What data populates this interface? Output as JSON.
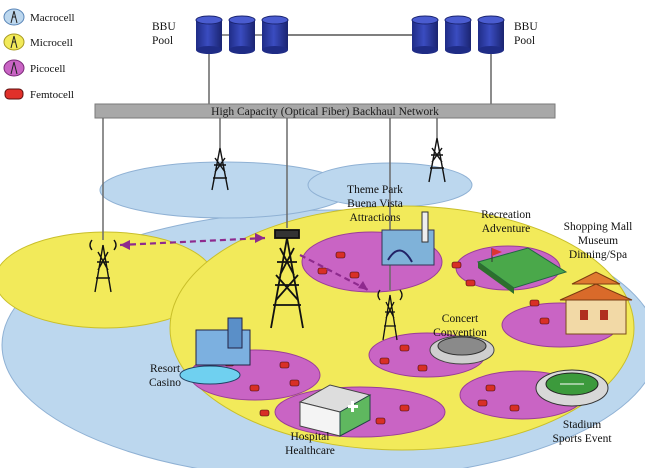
{
  "legend": [
    {
      "label": "Macrocell",
      "color": "#bcd7ee"
    },
    {
      "label": "Microcell",
      "color": "#f2ea5a"
    },
    {
      "label": "Picocell",
      "color": "#c964c4"
    },
    {
      "label": "Femtocell",
      "color": "#e0302a"
    }
  ],
  "bbu_left": {
    "line1": "BBU",
    "line2": "Pool"
  },
  "bbu_right": {
    "line1": "BBU",
    "line2": "Pool"
  },
  "backhaul": "High Capacity (Optical Fiber) Backhaul Network",
  "areas": {
    "theme_park": [
      "Theme Park",
      "Buena Vista",
      "Attractions"
    ],
    "recreation": [
      "Recreation",
      "Adventure"
    ],
    "shopping": [
      "Shopping Mall",
      "Museum",
      "Dinning/Spa"
    ],
    "concert": [
      "Concert",
      "Convention"
    ],
    "resort": [
      "Resort",
      "Casino"
    ],
    "hospital": [
      "Hospital",
      "Healthcare"
    ],
    "stadium": [
      "Stadium",
      "Sports Event"
    ]
  },
  "colors": {
    "macro": "#bcd7ee",
    "micro": "#f2ea5a",
    "pico": "#c964c4",
    "femto": "#e0302a",
    "bbu": "#2b3a9c",
    "link": "#8e2a8e"
  }
}
